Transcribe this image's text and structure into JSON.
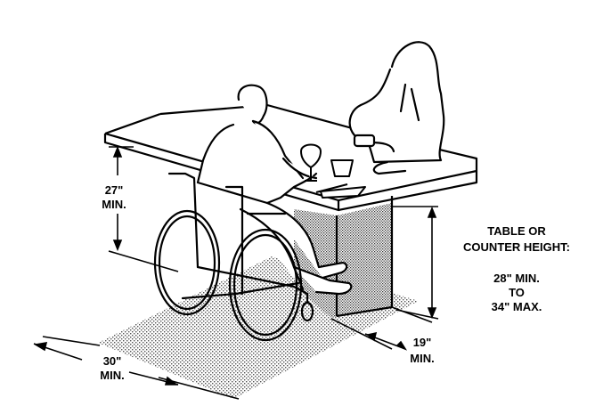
{
  "labels": {
    "knee_height_value": "27\"",
    "knee_height_min": "MIN.",
    "clear_width_value": "30\"",
    "clear_width_min": "MIN.",
    "knee_depth_value": "19\"",
    "knee_depth_min": "MIN.",
    "table_height_title_line1": "TABLE OR",
    "table_height_title_line2": "COUNTER HEIGHT:",
    "table_height_min": "28\" MIN.",
    "table_height_to": "TO",
    "table_height_max": "34\" MAX."
  },
  "colors": {
    "ink": "#000000",
    "paper": "#ffffff",
    "floor_stipple": "#6a6a6a"
  }
}
